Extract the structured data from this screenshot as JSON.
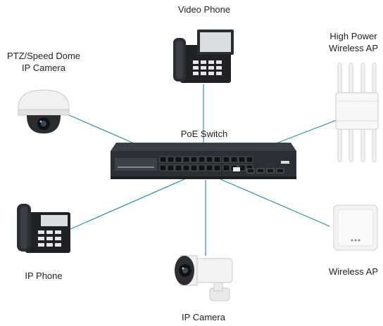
{
  "labels": {
    "video_phone": "Video Phone",
    "ptz_line1": "PTZ/Speed Dome",
    "ptz_line2": "IP Camera",
    "high_power_line1": "High Power",
    "high_power_line2": "Wireless AP",
    "poe_switch": "PoE Switch",
    "ip_phone": "IP Phone",
    "wireless_ap": "Wireless AP",
    "ip_camera": "IP Camera"
  },
  "colors": {
    "link_line": "#2f8fa6",
    "switch_body": "#2b2f33",
    "switch_face": "#3a3f44",
    "phone_body": "#1f2124",
    "device_white": "#f3f3f3"
  },
  "icons": {
    "switch": "poe-switch-icon",
    "video_phone": "video-phone-icon",
    "ip_phone": "desk-phone-icon",
    "dome_camera": "dome-camera-icon",
    "bullet_camera": "bullet-camera-icon",
    "outdoor_ap": "outdoor-ap-icon",
    "ceiling_ap": "ceiling-ap-icon"
  }
}
